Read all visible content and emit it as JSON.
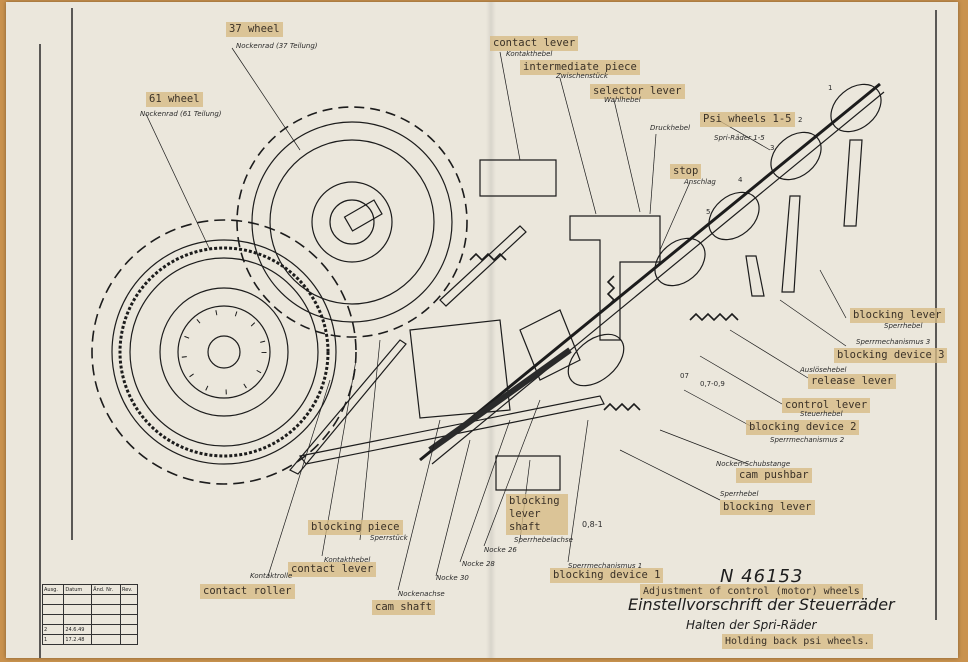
{
  "drawing": {
    "number": "N 46153",
    "title_de": "Einstellvorschrift der Steuerräder",
    "subtitle_de": "Halten der Spri-Räder",
    "title_en": "Adjustment of control (motor) wheels",
    "subtitle_en": "Holding back psi wheels."
  },
  "labels": {
    "wheel37_en": "37 wheel",
    "wheel37_de": "Nockenrad (37 Teilung)",
    "wheel61_en": "61 wheel",
    "wheel61_de": "Nockenrad (61 Teilung)",
    "contact_lever_top_en": "contact lever",
    "contact_lever_top_de": "Kontakthebel",
    "intermediate_en": "intermediate piece",
    "intermediate_de": "Zwischenstück",
    "selector_en": "selector lever",
    "selector_de": "Wahlhebel",
    "druckhebel_de": "Druckhebel",
    "psi_en": "Psi wheels 1-5",
    "psi_de": "Spri-Räder 1-5",
    "stop_en": "stop",
    "stop_de": "Anschlag",
    "blocking_lever_r_en": "blocking lever",
    "blocking_lever_r_de": "Sperrhebel",
    "sperrmech3_de": "Sperrmechanismus 3",
    "blocking_device3_en": "blocking device 3",
    "ausloese_de": "Auslösehebel",
    "release_en": "release lever",
    "control_en": "control lever",
    "control_de": "Steuerhebel",
    "blocking_device2_en": "blocking device 2",
    "sperrmech2_de": "Sperrmechanismus 2",
    "nocken_schub_de": "Nocken-Schubstange",
    "cam_pushbar_en": "cam pushbar",
    "sperrhebel_b_de": "Sperrhebel",
    "blocking_lever_b_en": "blocking lever",
    "blocking_piece_en": "blocking piece",
    "sperrstueck_de": "Sperrstück",
    "blocking_shaft_en": "blocking lever shaft",
    "sperrhebelachse_de": "Sperrhebelachse",
    "kontakthebel_b_de": "Kontakthebel",
    "contact_lever_b_en": "contact lever",
    "kontaktrolle_de": "Kontaktrolle",
    "contact_roller_en": "contact roller",
    "nockenachse_de": "Nockenachse",
    "cam_shaft_en": "cam shaft",
    "nocke30_de": "Nocke 30",
    "nocke28_de": "Nocke 28",
    "nocke26_de": "Nocke 26",
    "sperrmech1_de": "Sperrmechanismus 1",
    "blocking_device1_en": "blocking device 1",
    "dim_08_1": "0,8-1",
    "dim_07": "07",
    "dim_07_09": "0,7-0,9",
    "n1": "1",
    "n2": "2",
    "n3": "3",
    "n4": "4",
    "n5": "5"
  },
  "rev_table": {
    "headers": [
      "Ausg.",
      "Datum",
      "Änd. Nr.",
      "Rev."
    ],
    "rows": [
      [
        "2",
        "24.6.49",
        "",
        ""
      ],
      [
        "1",
        "17.2.48",
        "",
        ""
      ]
    ]
  }
}
